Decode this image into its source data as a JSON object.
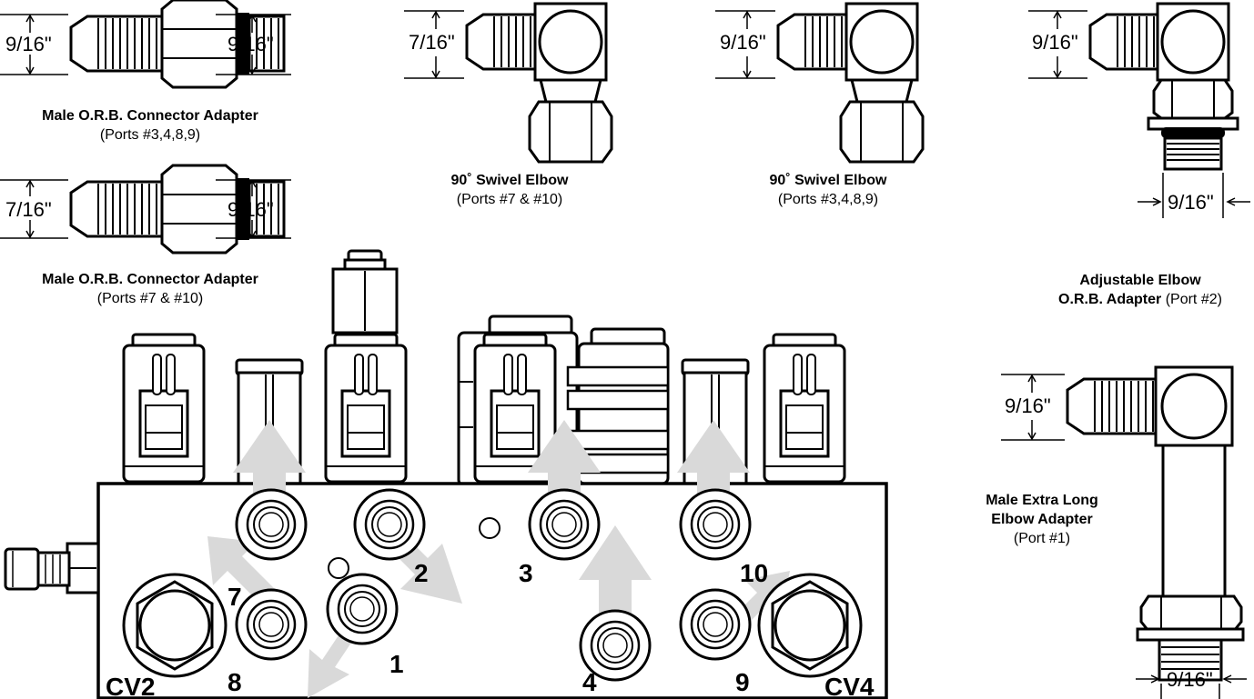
{
  "dims": {
    "orb_top_left": "9/16\"",
    "orb_top_right": "9/16\"",
    "orb_bottom_left": "7/16\"",
    "orb_bottom_right": "9/16\"",
    "swivel_a": "7/16\"",
    "swivel_b": "9/16\"",
    "adj_side": "9/16\"",
    "adj_bottom": "9/16\"",
    "long_side": "9/16\"",
    "long_bottom": "9/16\""
  },
  "captions": {
    "orb_a_title": "Male O.R.B. Connector Adapter",
    "orb_a_ports": "(Ports #3,4,8,9)",
    "orb_b_title": "Male O.R.B. Connector Adapter",
    "orb_b_ports": "(Ports #7 & #10)",
    "swivel_a_title": "90˚ Swivel Elbow",
    "swivel_a_ports": "(Ports #7 & #10)",
    "swivel_b_title": "90˚ Swivel Elbow",
    "swivel_b_ports": "(Ports #3,4,8,9)",
    "adj_title_1": "Adjustable Elbow",
    "adj_title_2": "O.R.B. Adapter",
    "adj_ports": "(Port #2)",
    "long_title_1": "Male Extra Long",
    "long_title_2": "Elbow Adapter",
    "long_ports": "(Port #1)"
  },
  "ports": {
    "p7": "7",
    "p2": "2",
    "p3": "3",
    "p10": "10",
    "p8": "8",
    "p1": "1",
    "p4": "4",
    "p9": "9",
    "cv2": "CV2",
    "cv4": "CV4"
  },
  "colors": {
    "line": "#000000",
    "arrow": "#d9d9d9",
    "fill": "#ffffff"
  }
}
